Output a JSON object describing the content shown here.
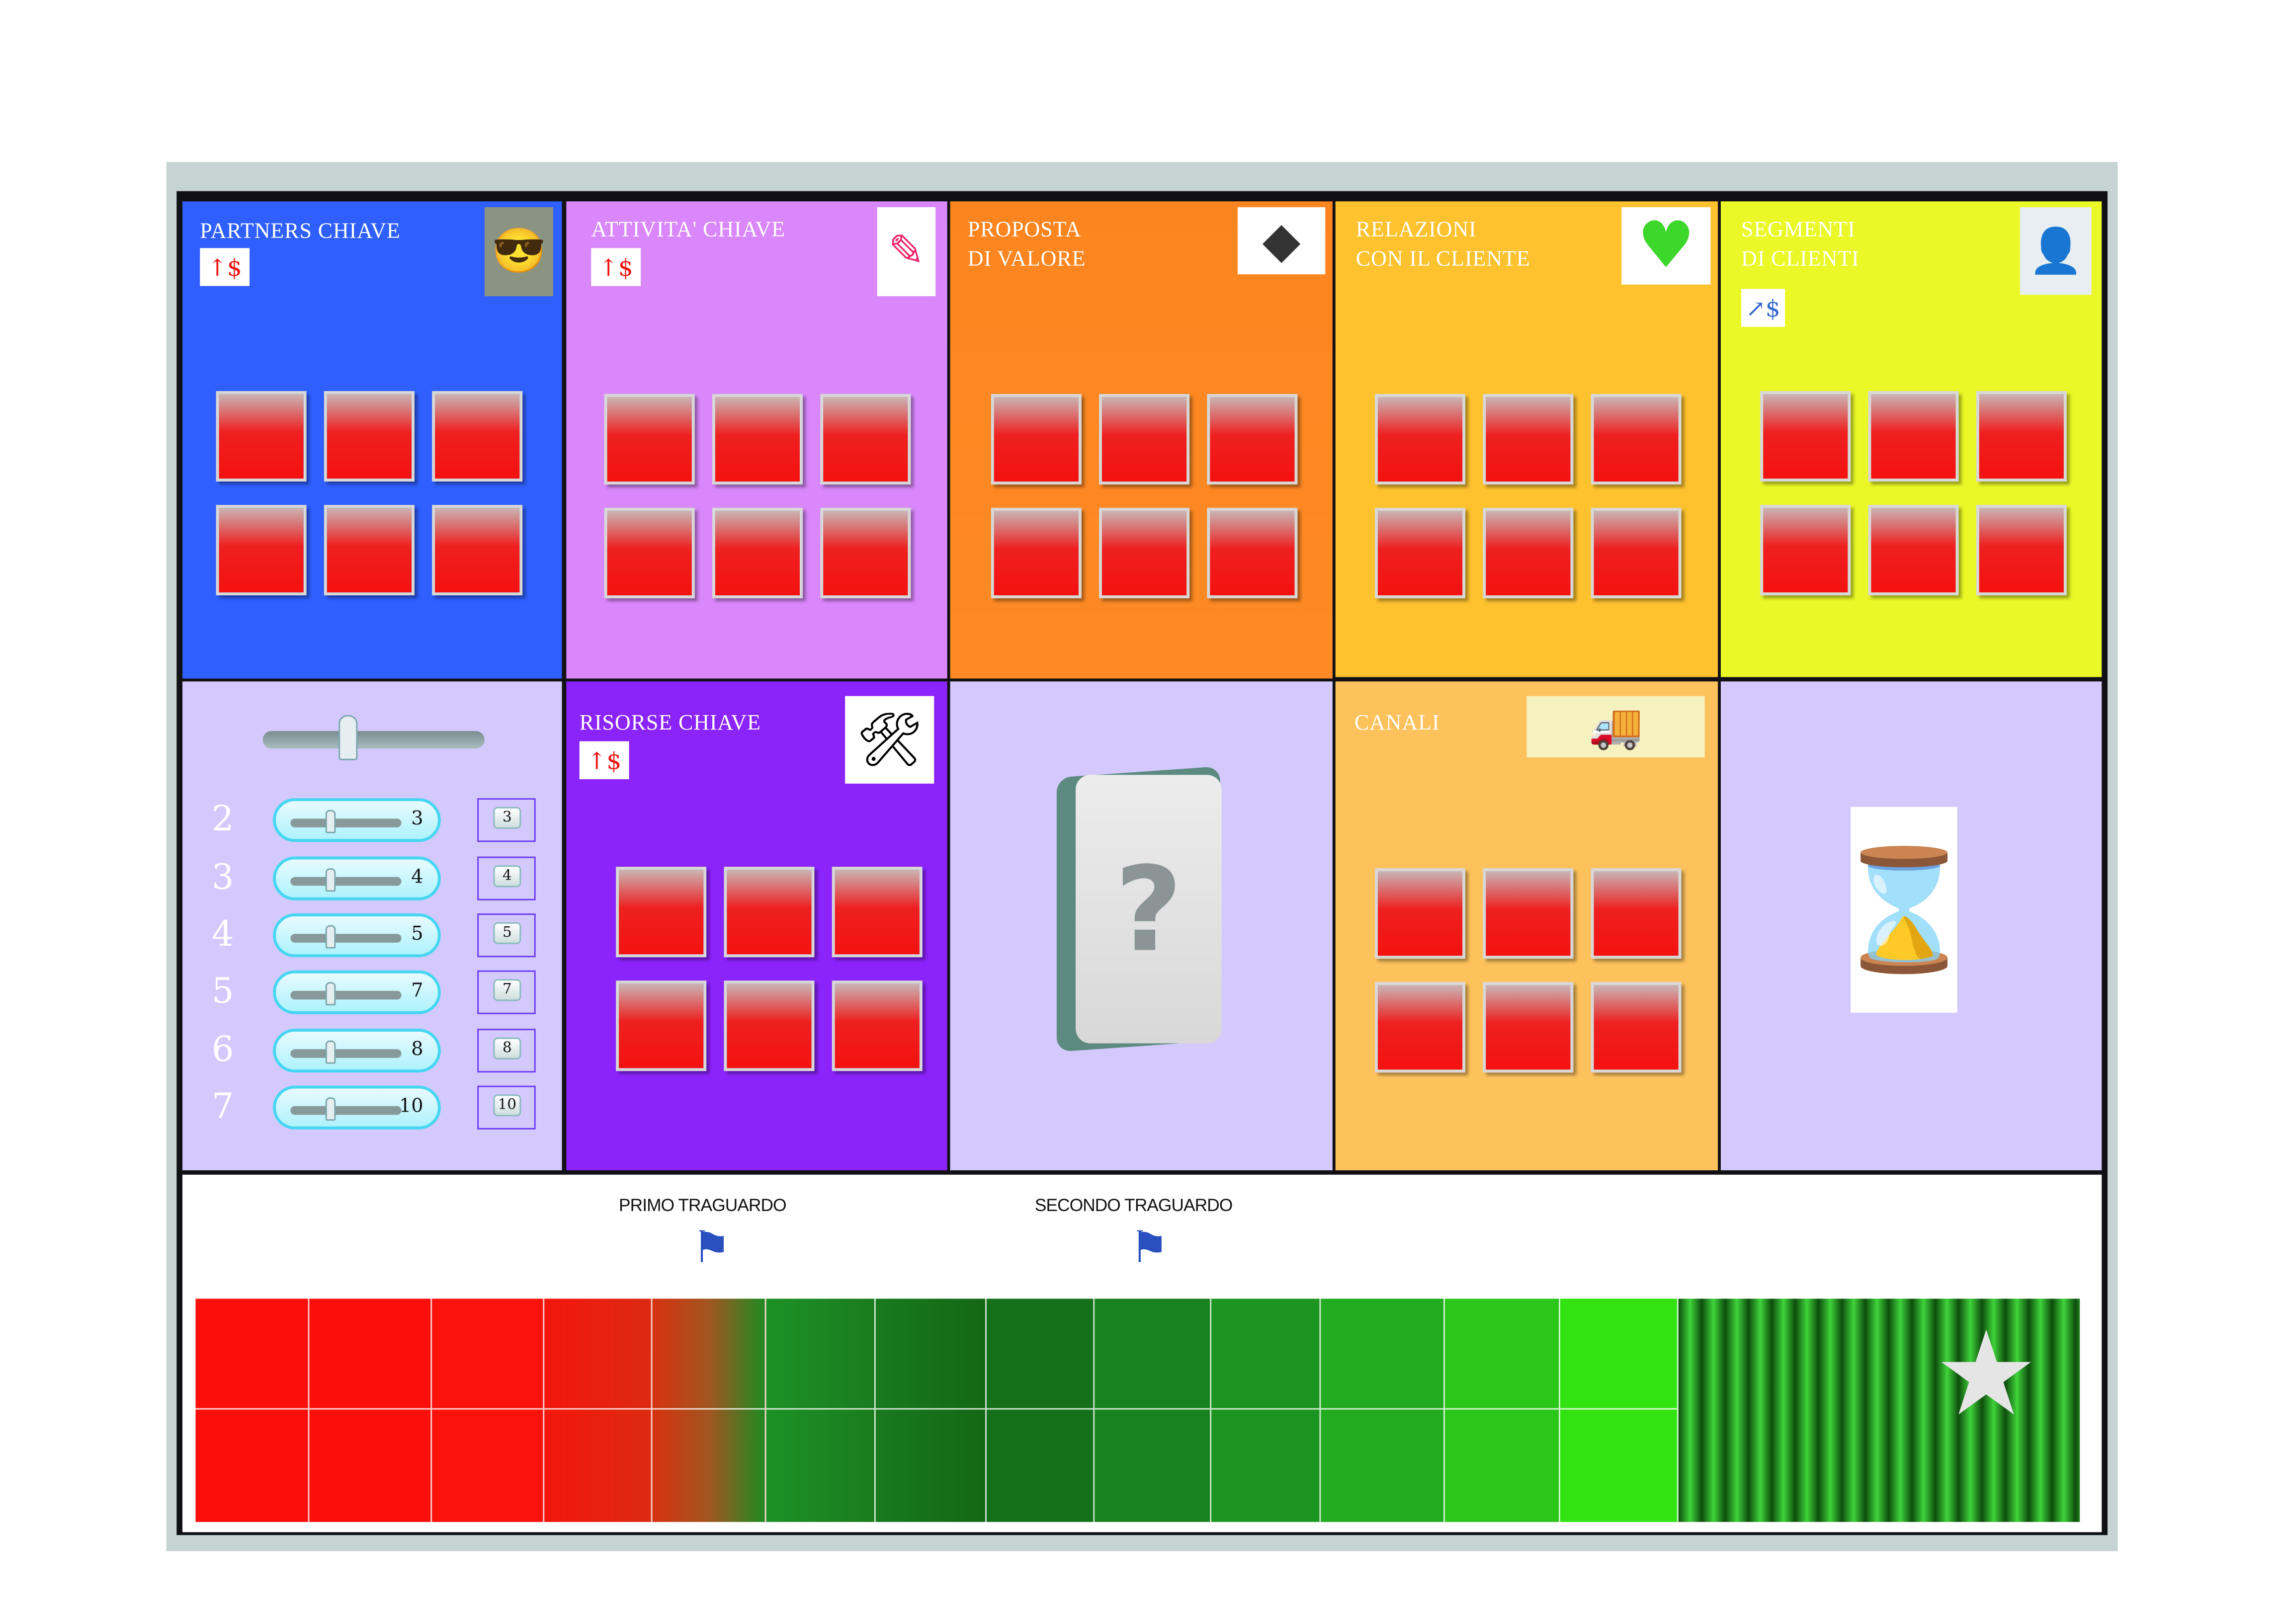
{
  "blocks": {
    "partners": {
      "title": "PARTNERS CHIAVE"
    },
    "attivita": {
      "title": "ATTIVITA' CHIAVE"
    },
    "proposta": {
      "title": "PROPOSTA\nDI VALORE"
    },
    "relazioni": {
      "title": "RELAZIONI\nCON IL CLIENTE"
    },
    "segmenti": {
      "title": "SEGMENTI\nDI CLIENTI"
    },
    "risorse": {
      "title": "RISORSE CHIAVE"
    },
    "canali": {
      "title": "CANALI"
    }
  },
  "mystery_card": {
    "symbol": "?"
  },
  "sliders": [
    {
      "label": "2",
      "value": "3",
      "bubble": "3"
    },
    {
      "label": "3",
      "value": "4",
      "bubble": "4"
    },
    {
      "label": "4",
      "value": "5",
      "bubble": "5"
    },
    {
      "label": "5",
      "value": "7",
      "bubble": "7"
    },
    {
      "label": "6",
      "value": "8",
      "bubble": "8"
    },
    {
      "label": "7",
      "value": "10",
      "bubble": "10"
    }
  ],
  "main_slider": {
    "position": 0.4
  },
  "progress": {
    "milestone1": "PRIMO TRAGUARDO",
    "milestone2": "SECONDO TRAGUARDO"
  },
  "colors": {
    "partners": "#2f5ffe",
    "attivita": "#d987fb",
    "proposta": "#fd8520",
    "relazioni": "#fec22e",
    "segmenti": "#eaf827",
    "lavender": "#d4c9fd",
    "risorse": "#8b23fb",
    "canali": "#fec25c"
  }
}
